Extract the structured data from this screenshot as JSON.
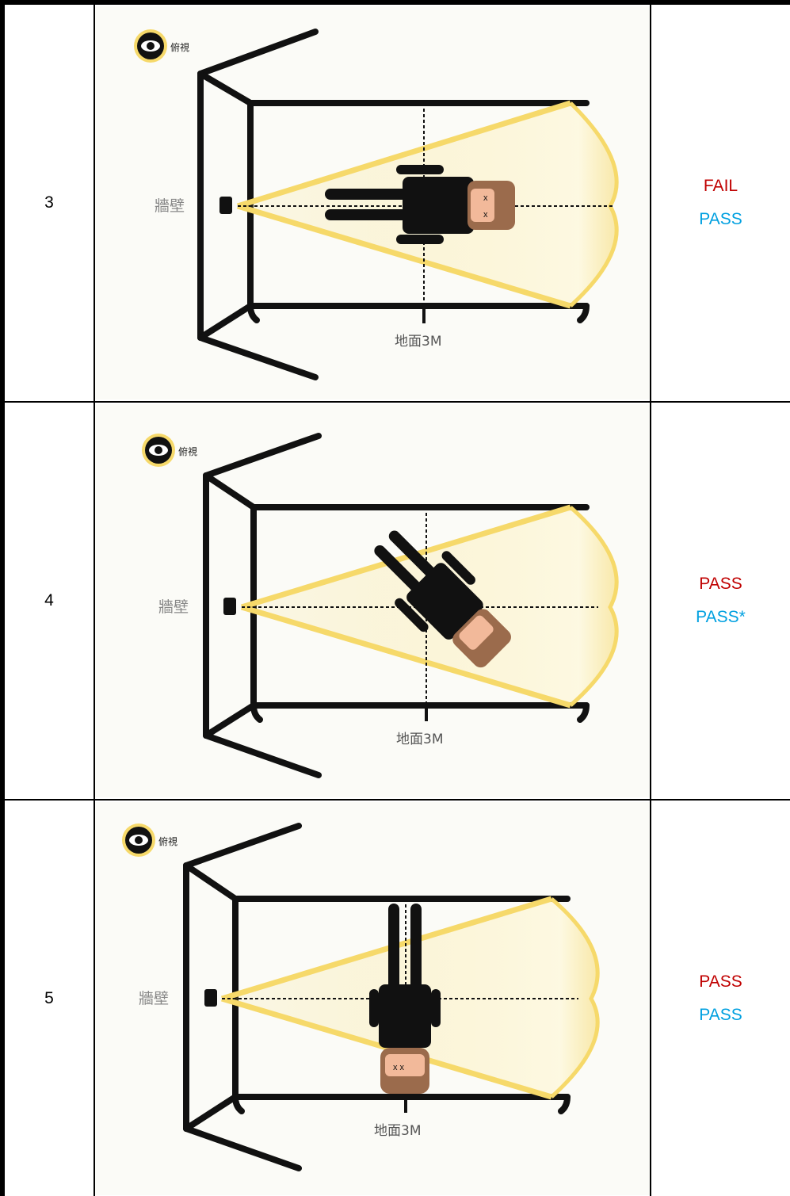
{
  "rows": [
    {
      "number": "3",
      "view_label": "俯視",
      "wall_label": "牆壁",
      "floor_label": "地面3M",
      "result_primary": "FAIL",
      "result_secondary": "PASS",
      "person_pose": "lying-horizontal"
    },
    {
      "number": "4",
      "view_label": "俯視",
      "wall_label": "牆壁",
      "floor_label": "地面3M",
      "result_primary": "PASS",
      "result_secondary": "PASS*",
      "person_pose": "lying-diagonal"
    },
    {
      "number": "5",
      "view_label": "俯視",
      "wall_label": "牆壁",
      "floor_label": "地面3M",
      "result_primary": "PASS",
      "result_secondary": "PASS",
      "person_pose": "lying-vertical"
    }
  ],
  "colors": {
    "fail": "#c00000",
    "pass_primary": "#c00000",
    "pass_secondary": "#00a0e0",
    "beam": "#f6d96a",
    "skin": "#f2b99a",
    "hair": "#9b6b4c"
  },
  "icons": [
    "eye-icon",
    "camera-icon",
    "person-figure"
  ]
}
